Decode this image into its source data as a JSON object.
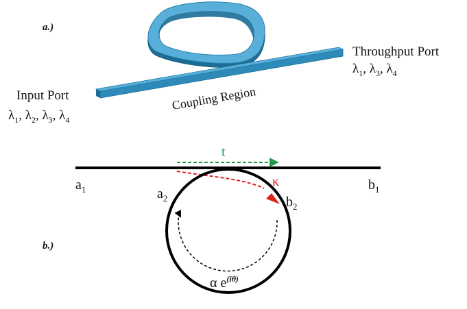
{
  "panel_a": {
    "label": "a.)",
    "throughput_port": {
      "title": "Throughput Port",
      "wavelengths": [
        {
          "base": "λ",
          "sub": "1",
          "sep": ", "
        },
        {
          "base": "λ",
          "sub": "3",
          "sep": ", "
        },
        {
          "base": "λ",
          "sub": "4",
          "sep": ""
        }
      ]
    },
    "input_port": {
      "title": "Input Port",
      "wavelengths": [
        {
          "base": "λ",
          "sub": "1",
          "sep": ", "
        },
        {
          "base": "λ",
          "sub": "2",
          "sep": ", "
        },
        {
          "base": "λ",
          "sub": "3",
          "sep": ", "
        },
        {
          "base": "λ",
          "sub": "4",
          "sep": ""
        }
      ]
    },
    "coupling_region": "Coupling Region"
  },
  "panel_b": {
    "label": "b.)",
    "a1": {
      "base": "a",
      "sub": "1"
    },
    "b1": {
      "base": "b",
      "sub": "1"
    },
    "a2": {
      "base": "a",
      "sub": "2"
    },
    "b2": {
      "base": "b",
      "sub": "2"
    },
    "t": "t",
    "kappa": "κ",
    "loop_alpha": "α e",
    "loop_phase": "(iθ)"
  },
  "colors": {
    "waveguide_face": "#2e8ab8",
    "waveguide_top": "#58b0da",
    "waveguide_dark": "#1c6d96",
    "line": "#000000",
    "transmission": "#1f9a4b",
    "coupling": "#e0201b"
  }
}
